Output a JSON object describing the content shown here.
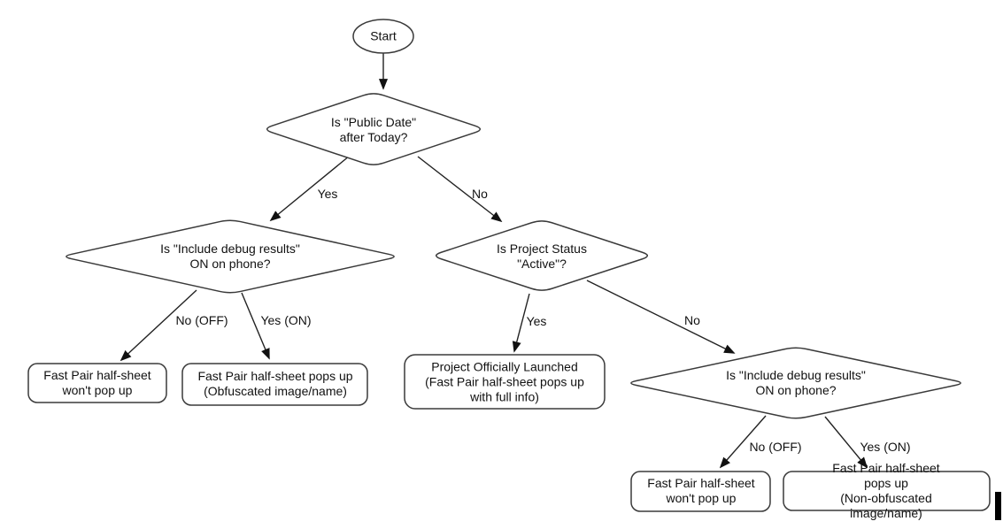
{
  "nodes": {
    "start": {
      "label": "Start"
    },
    "public_date": {
      "label": "Is \"Public Date\"\nafter Today?"
    },
    "debug_left": {
      "label": "Is \"Include debug results\"\nON on phone?"
    },
    "project_status": {
      "label": "Is Project Status\n\"Active\"?"
    },
    "debug_right": {
      "label": "Is \"Include debug results\"\nON on phone?"
    },
    "no_popup_left": {
      "label": "Fast Pair half-sheet\nwon't pop up"
    },
    "obfuscated": {
      "label": "Fast Pair half-sheet pops up\n(Obfuscated image/name)"
    },
    "launched": {
      "label": "Project Officially Launched\n(Fast Pair half-sheet pops up\nwith full info)"
    },
    "no_popup_right": {
      "label": "Fast Pair half-sheet\nwon't pop up"
    },
    "non_obfuscated": {
      "label": "Fast Pair half-sheet pops up\n(Non-obfuscated image/name)"
    }
  },
  "edge_labels": {
    "yes_top": "Yes",
    "no_top": "No",
    "no_off_left": "No (OFF)",
    "yes_on_left": "Yes (ON)",
    "yes_mid": "Yes",
    "no_mid": "No",
    "no_off_right": "No (OFF)",
    "yes_on_right": "Yes (ON)"
  },
  "colors": {
    "shape_stroke": "#3a3a3a",
    "edge_stroke": "#222222",
    "text": "#111111",
    "background": "#ffffff",
    "cursor_bar": "#000000"
  }
}
